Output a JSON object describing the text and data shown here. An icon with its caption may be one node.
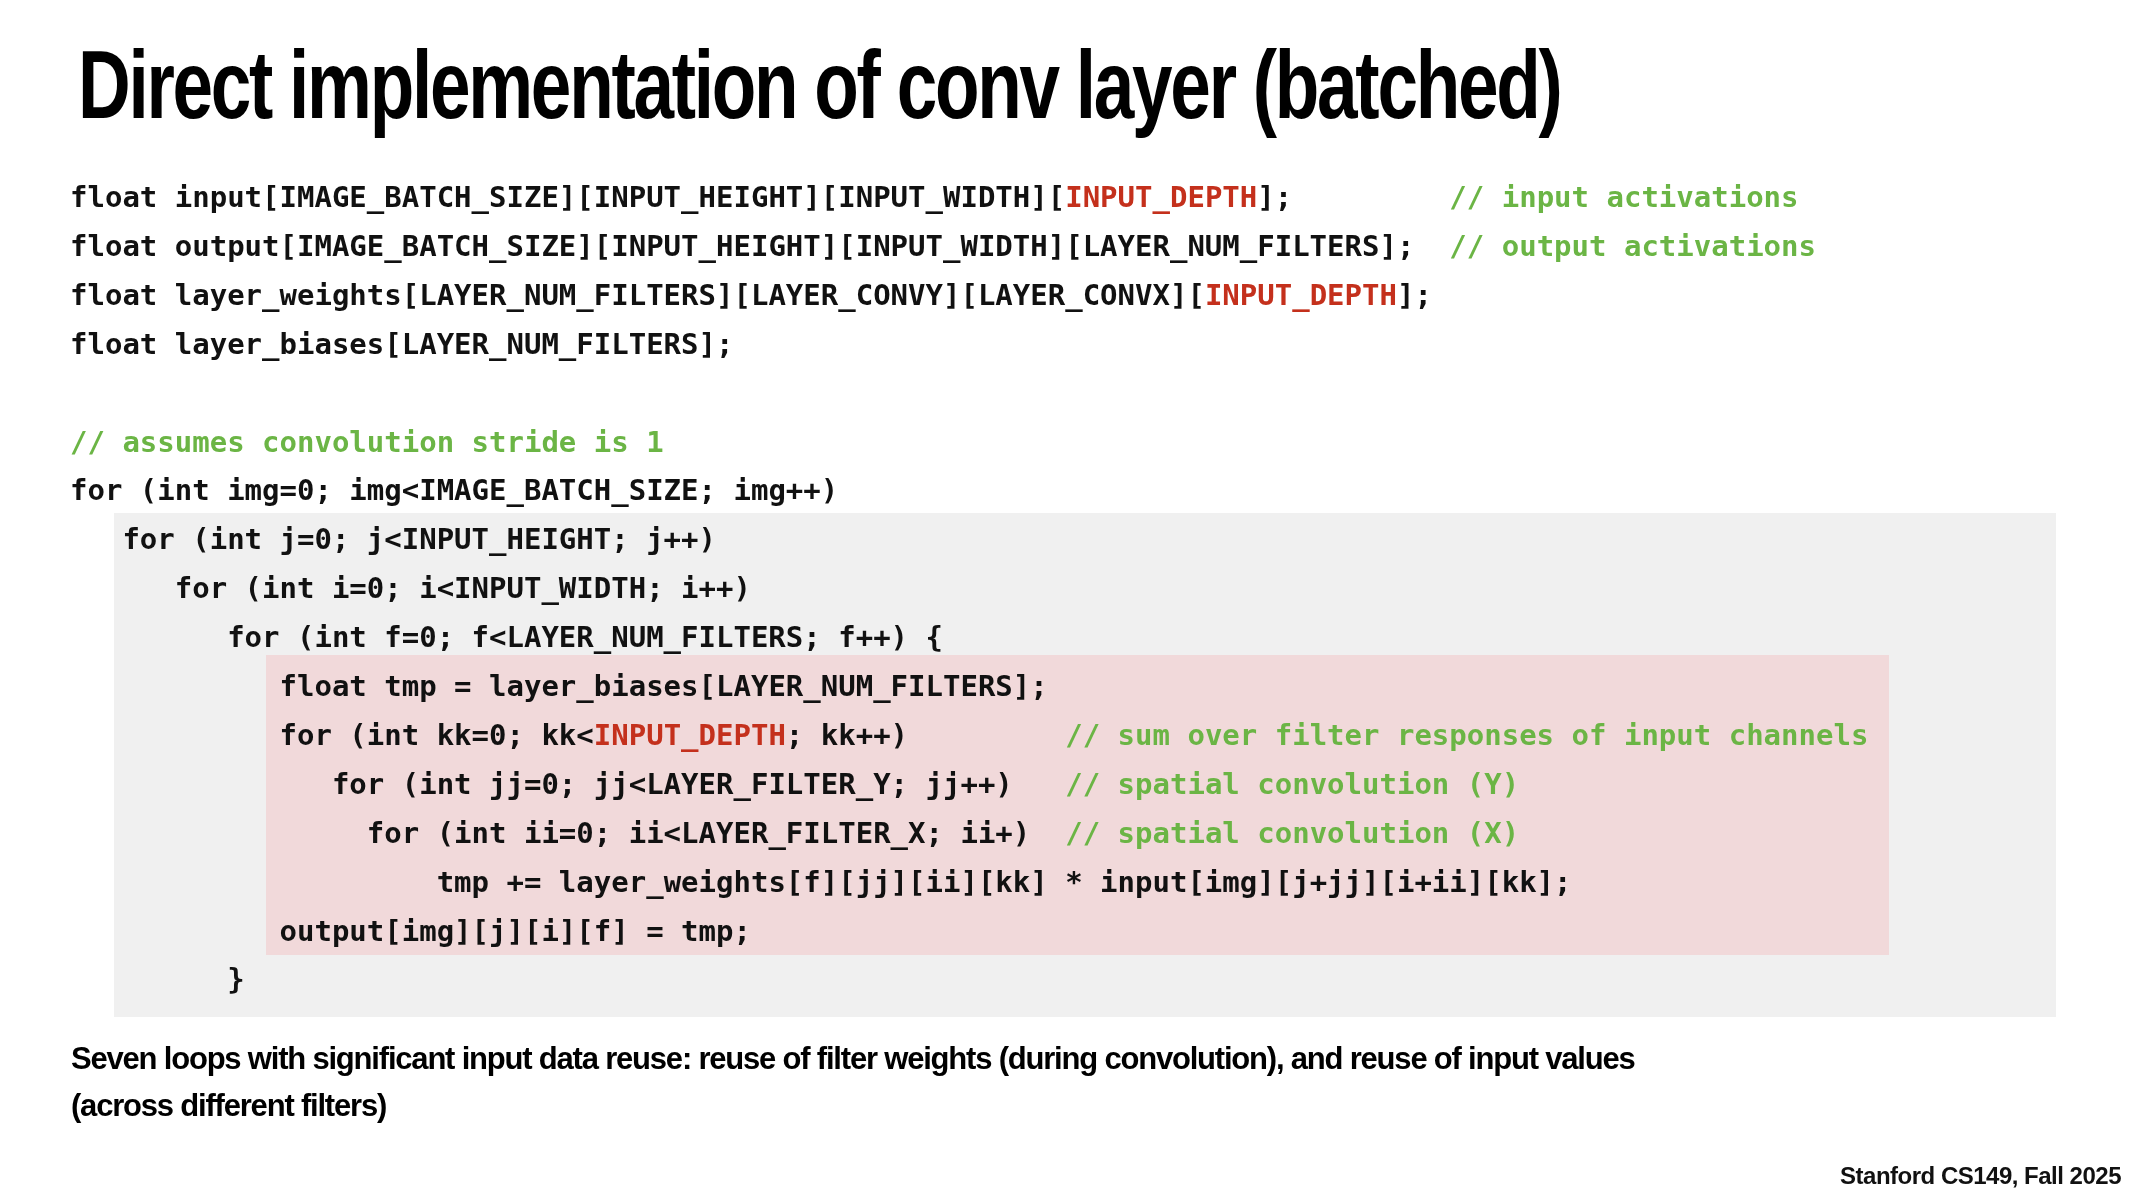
{
  "diagram": {
    "title": "Direct implementation of conv layer (batched)",
    "caption": "Seven loops with significant input data reuse: reuse of filter weights (during convolution), and reuse of input values (across different filters)",
    "nodes": [
      {
        "text": [
          "for (int j=0; j<INPUT_HEIGHT; j++)",
          "for (int i=0; i<INPUT_WIDTH; i++)",
          "for (int f=0; f<LAYER_NUM_FILTERS; f++) {",
          "}"
        ]
      },
      {
        "text": [
          "float tmp = layer_biases[LAYER_NUM_FILTERS];",
          "for (int kk=0; kk<",
          "INPUT_DEPTH",
          "; kk++)",
          "// sum over filter responses of input channels",
          "for (int jj=0; jj<LAYER_FILTER_Y; jj++)",
          "// spatial convolution (Y)",
          "for (int ii=0; ii<LAYER_FILTER_X; ii+)",
          "// spatial convolution (X)",
          "tmp += layer_weights[f][jj][ii][kk] * input[img][j+jj][i+ii][kk];",
          "output[img][j][i][f] = tmp;"
        ],
        "in": 0
      }
    ],
    "labels": [
      "float input[IMAGE_BATCH_SIZE][INPUT_HEIGHT][INPUT_WIDTH][",
      "INPUT_DEPTH",
      "];",
      "// input activations",
      "float output[IMAGE_BATCH_SIZE][INPUT_HEIGHT][INPUT_WIDTH][LAYER_NUM_FILTERS];",
      "// output activations",
      "float layer_weights[LAYER_NUM_FILTERS][LAYER_CONVY][LAYER_CONVX][",
      "INPUT_DEPTH",
      "];",
      "float layer_biases[LAYER_NUM_FILTERS];",
      "// assumes convolution stride is 1",
      "for (int img=0; img<IMAGE_BATCH_SIZE; img++)",
      "Stanford CS149, Fall 2025"
    ]
  }
}
